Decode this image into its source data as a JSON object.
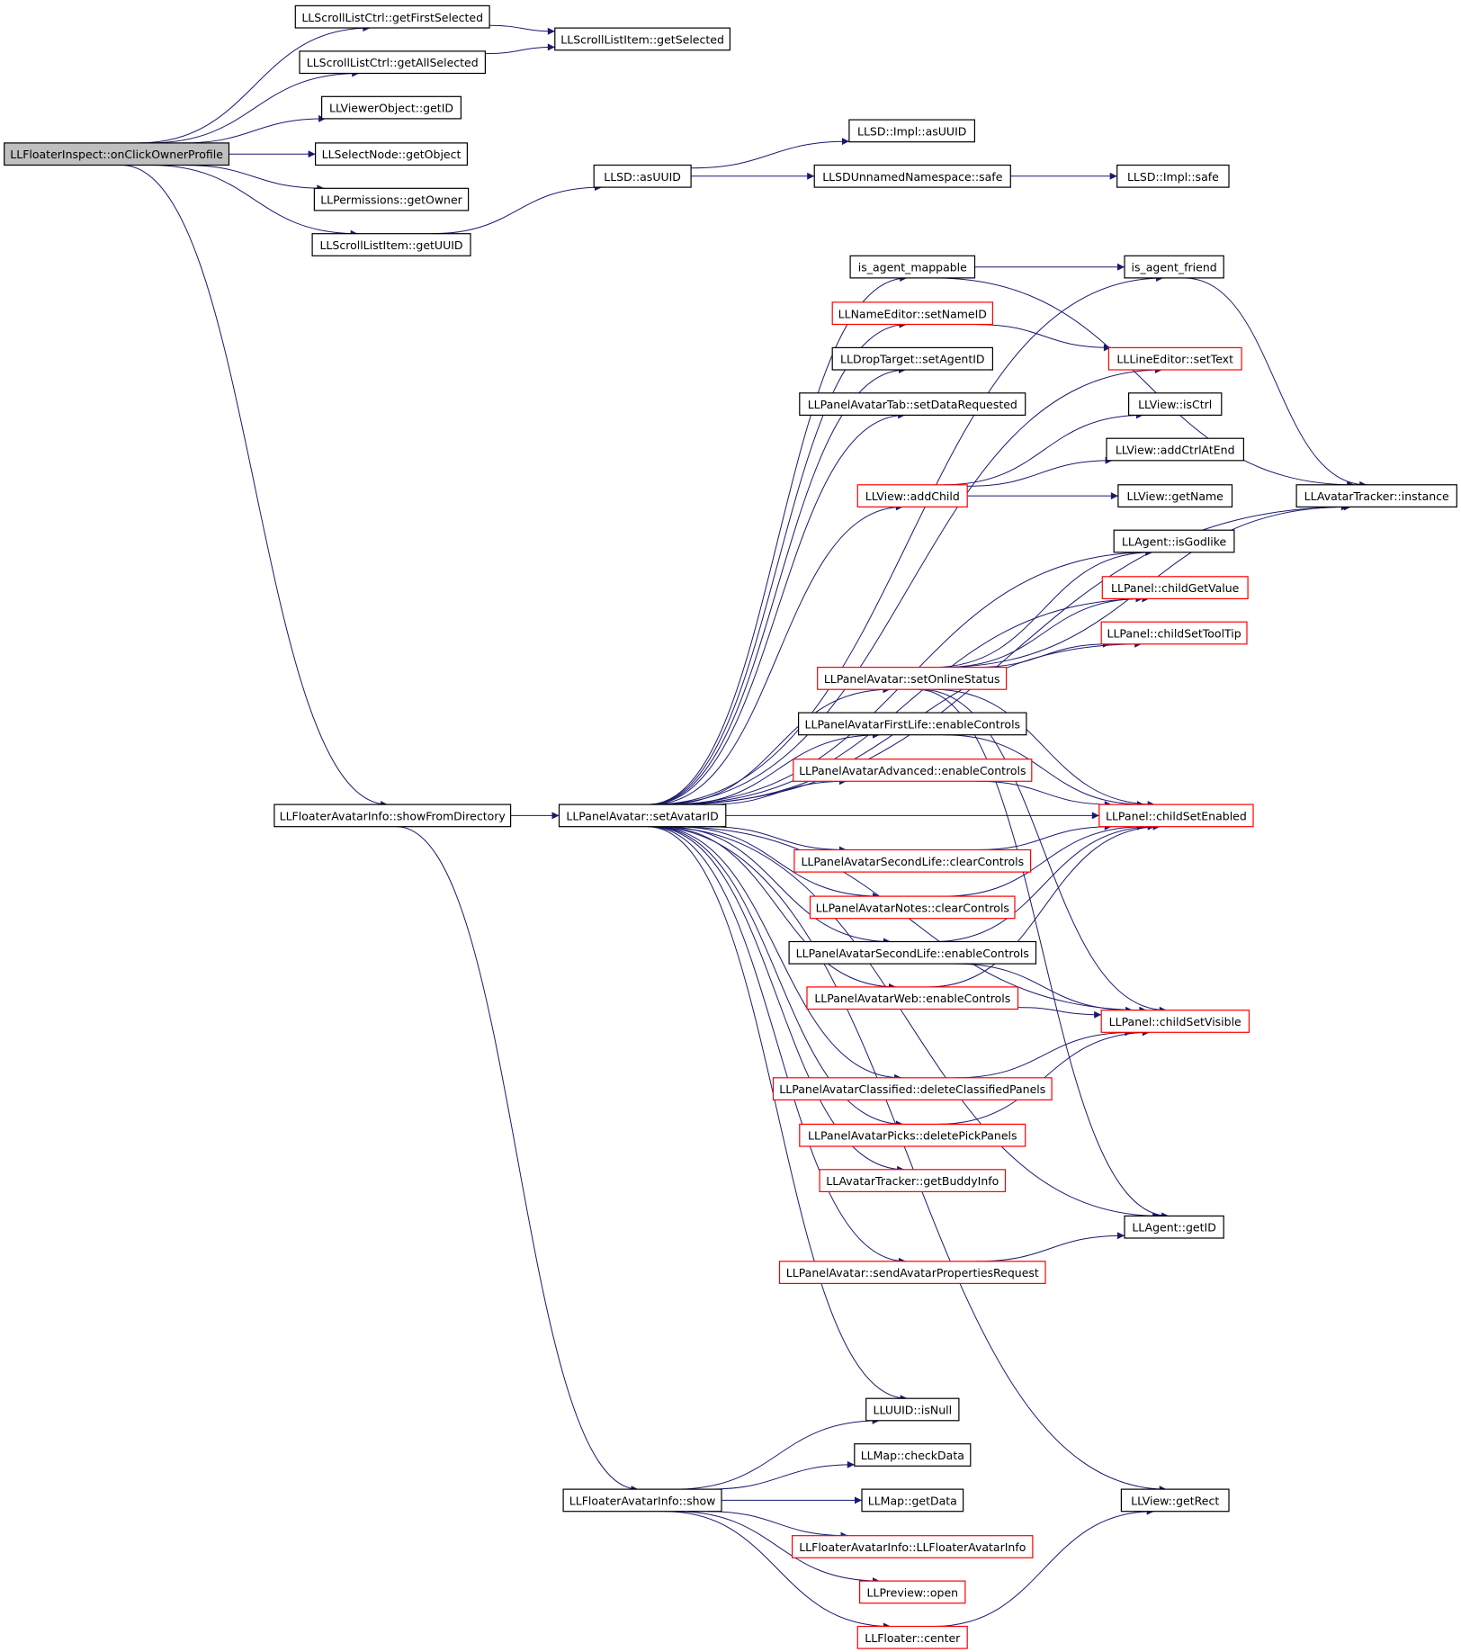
{
  "colors": {
    "edge": "#191970",
    "border_normal": "#000000",
    "border_undocumented": "#ff0000",
    "root_fill": "#bfbfbf",
    "node_fill": "#ffffff"
  },
  "nodes": [
    {
      "id": "n0",
      "label": "LLFloaterInspect::onClickOwnerProfile",
      "kind": "root"
    },
    {
      "id": "n1",
      "label": "LLScrollListCtrl::getFirstSelected",
      "kind": "normal"
    },
    {
      "id": "n2",
      "label": "LLScrollListItem::getSelected",
      "kind": "normal"
    },
    {
      "id": "n3",
      "label": "LLScrollListCtrl::getAllSelected",
      "kind": "normal"
    },
    {
      "id": "n4",
      "label": "LLViewerObject::getID",
      "kind": "normal"
    },
    {
      "id": "n5",
      "label": "LLSelectNode::getObject",
      "kind": "normal"
    },
    {
      "id": "n6",
      "label": "LLPermissions::getOwner",
      "kind": "normal"
    },
    {
      "id": "n7",
      "label": "LLScrollListItem::getUUID",
      "kind": "normal"
    },
    {
      "id": "n8",
      "label": "LLSD::asUUID",
      "kind": "normal"
    },
    {
      "id": "n9",
      "label": "LLSD::Impl::asUUID",
      "kind": "normal"
    },
    {
      "id": "n10",
      "label": "LLSDUnnamedNamespace::safe",
      "kind": "normal"
    },
    {
      "id": "n11",
      "label": "LLSD::Impl::safe",
      "kind": "normal"
    },
    {
      "id": "n12",
      "label": "is_agent_mappable",
      "kind": "normal"
    },
    {
      "id": "n13",
      "label": "is_agent_friend",
      "kind": "normal"
    },
    {
      "id": "n14",
      "label": "LLNameEditor::setNameID",
      "kind": "red"
    },
    {
      "id": "n15",
      "label": "LLLineEditor::setText",
      "kind": "red"
    },
    {
      "id": "n16",
      "label": "LLDropTarget::setAgentID",
      "kind": "normal"
    },
    {
      "id": "n17",
      "label": "LLPanelAvatarTab::setDataRequested",
      "kind": "normal"
    },
    {
      "id": "n18",
      "label": "LLView::isCtrl",
      "kind": "normal"
    },
    {
      "id": "n19",
      "label": "LLView::addCtrlAtEnd",
      "kind": "normal"
    },
    {
      "id": "n20",
      "label": "LLView::addChild",
      "kind": "red"
    },
    {
      "id": "n21",
      "label": "LLView::getName",
      "kind": "normal"
    },
    {
      "id": "n22",
      "label": "LLAvatarTracker::instance",
      "kind": "normal"
    },
    {
      "id": "n23",
      "label": "LLAgent::isGodlike",
      "kind": "normal"
    },
    {
      "id": "n24",
      "label": "LLPanel::childGetValue",
      "kind": "red"
    },
    {
      "id": "n25",
      "label": "LLPanel::childSetToolTip",
      "kind": "red"
    },
    {
      "id": "n26",
      "label": "LLPanelAvatar::setOnlineStatus",
      "kind": "red"
    },
    {
      "id": "n27",
      "label": "LLPanelAvatarFirstLife::enableControls",
      "kind": "normal"
    },
    {
      "id": "n28",
      "label": "LLPanelAvatarAdvanced::enableControls",
      "kind": "red"
    },
    {
      "id": "n29",
      "label": "LLFloaterAvatarInfo::showFromDirectory",
      "kind": "normal"
    },
    {
      "id": "n30",
      "label": "LLPanelAvatar::setAvatarID",
      "kind": "normal"
    },
    {
      "id": "n31",
      "label": "LLPanel::childSetEnabled",
      "kind": "red"
    },
    {
      "id": "n32",
      "label": "LLPanelAvatarSecondLife::clearControls",
      "kind": "red"
    },
    {
      "id": "n33",
      "label": "LLPanelAvatarNotes::clearControls",
      "kind": "red"
    },
    {
      "id": "n34",
      "label": "LLPanelAvatarSecondLife::enableControls",
      "kind": "normal"
    },
    {
      "id": "n35",
      "label": "LLPanelAvatarWeb::enableControls",
      "kind": "red"
    },
    {
      "id": "n36",
      "label": "LLPanel::childSetVisible",
      "kind": "red"
    },
    {
      "id": "n37",
      "label": "LLPanelAvatarClassified::deleteClassifiedPanels",
      "kind": "red"
    },
    {
      "id": "n38",
      "label": "LLPanelAvatarPicks::deletePickPanels",
      "kind": "red"
    },
    {
      "id": "n39",
      "label": "LLAvatarTracker::getBuddyInfo",
      "kind": "red"
    },
    {
      "id": "n40",
      "label": "LLAgent::getID",
      "kind": "normal"
    },
    {
      "id": "n41",
      "label": "LLPanelAvatar::sendAvatarPropertiesRequest",
      "kind": "red"
    },
    {
      "id": "n42",
      "label": "LLUUID::isNull",
      "kind": "normal"
    },
    {
      "id": "n43",
      "label": "LLMap::checkData",
      "kind": "normal"
    },
    {
      "id": "n44",
      "label": "LLFloaterAvatarInfo::show",
      "kind": "normal"
    },
    {
      "id": "n45",
      "label": "LLMap::getData",
      "kind": "normal"
    },
    {
      "id": "n46",
      "label": "LLView::getRect",
      "kind": "normal"
    },
    {
      "id": "n47",
      "label": "LLFloaterAvatarInfo::LLFloaterAvatarInfo",
      "kind": "red"
    },
    {
      "id": "n48",
      "label": "LLPreview::open",
      "kind": "red"
    },
    {
      "id": "n49",
      "label": "LLFloater::center",
      "kind": "red"
    }
  ],
  "edges": [
    [
      "n0",
      "n1"
    ],
    [
      "n0",
      "n3"
    ],
    [
      "n0",
      "n4"
    ],
    [
      "n0",
      "n5"
    ],
    [
      "n0",
      "n6"
    ],
    [
      "n0",
      "n7"
    ],
    [
      "n0",
      "n29"
    ],
    [
      "n1",
      "n2"
    ],
    [
      "n3",
      "n2"
    ],
    [
      "n7",
      "n8"
    ],
    [
      "n8",
      "n9"
    ],
    [
      "n8",
      "n10"
    ],
    [
      "n10",
      "n11"
    ],
    [
      "n29",
      "n30"
    ],
    [
      "n29",
      "n44"
    ],
    [
      "n30",
      "n12"
    ],
    [
      "n30",
      "n13"
    ],
    [
      "n30",
      "n14"
    ],
    [
      "n30",
      "n16"
    ],
    [
      "n30",
      "n17"
    ],
    [
      "n30",
      "n15"
    ],
    [
      "n30",
      "n20"
    ],
    [
      "n30",
      "n23"
    ],
    [
      "n30",
      "n24"
    ],
    [
      "n30",
      "n25"
    ],
    [
      "n30",
      "n26"
    ],
    [
      "n30",
      "n27"
    ],
    [
      "n30",
      "n28"
    ],
    [
      "n30",
      "n31"
    ],
    [
      "n30",
      "n32"
    ],
    [
      "n30",
      "n33"
    ],
    [
      "n30",
      "n34"
    ],
    [
      "n30",
      "n35"
    ],
    [
      "n30",
      "n36"
    ],
    [
      "n30",
      "n37"
    ],
    [
      "n30",
      "n38"
    ],
    [
      "n30",
      "n39"
    ],
    [
      "n30",
      "n40"
    ],
    [
      "n30",
      "n41"
    ],
    [
      "n30",
      "n22"
    ],
    [
      "n30",
      "n42"
    ],
    [
      "n30",
      "n46"
    ],
    [
      "n12",
      "n13"
    ],
    [
      "n12",
      "n22"
    ],
    [
      "n13",
      "n22"
    ],
    [
      "n14",
      "n15"
    ],
    [
      "n20",
      "n18"
    ],
    [
      "n20",
      "n19"
    ],
    [
      "n20",
      "n21"
    ],
    [
      "n26",
      "n23"
    ],
    [
      "n26",
      "n24"
    ],
    [
      "n26",
      "n25"
    ],
    [
      "n26",
      "n22"
    ],
    [
      "n26",
      "n31"
    ],
    [
      "n26",
      "n36"
    ],
    [
      "n26",
      "n40"
    ],
    [
      "n27",
      "n31"
    ],
    [
      "n28",
      "n31"
    ],
    [
      "n32",
      "n31"
    ],
    [
      "n33",
      "n31"
    ],
    [
      "n34",
      "n31"
    ],
    [
      "n34",
      "n36"
    ],
    [
      "n35",
      "n31"
    ],
    [
      "n35",
      "n36"
    ],
    [
      "n37",
      "n36"
    ],
    [
      "n38",
      "n36"
    ],
    [
      "n41",
      "n40"
    ],
    [
      "n44",
      "n42"
    ],
    [
      "n44",
      "n43"
    ],
    [
      "n44",
      "n45"
    ],
    [
      "n44",
      "n47"
    ],
    [
      "n44",
      "n48"
    ],
    [
      "n44",
      "n49"
    ],
    [
      "n49",
      "n46"
    ]
  ]
}
